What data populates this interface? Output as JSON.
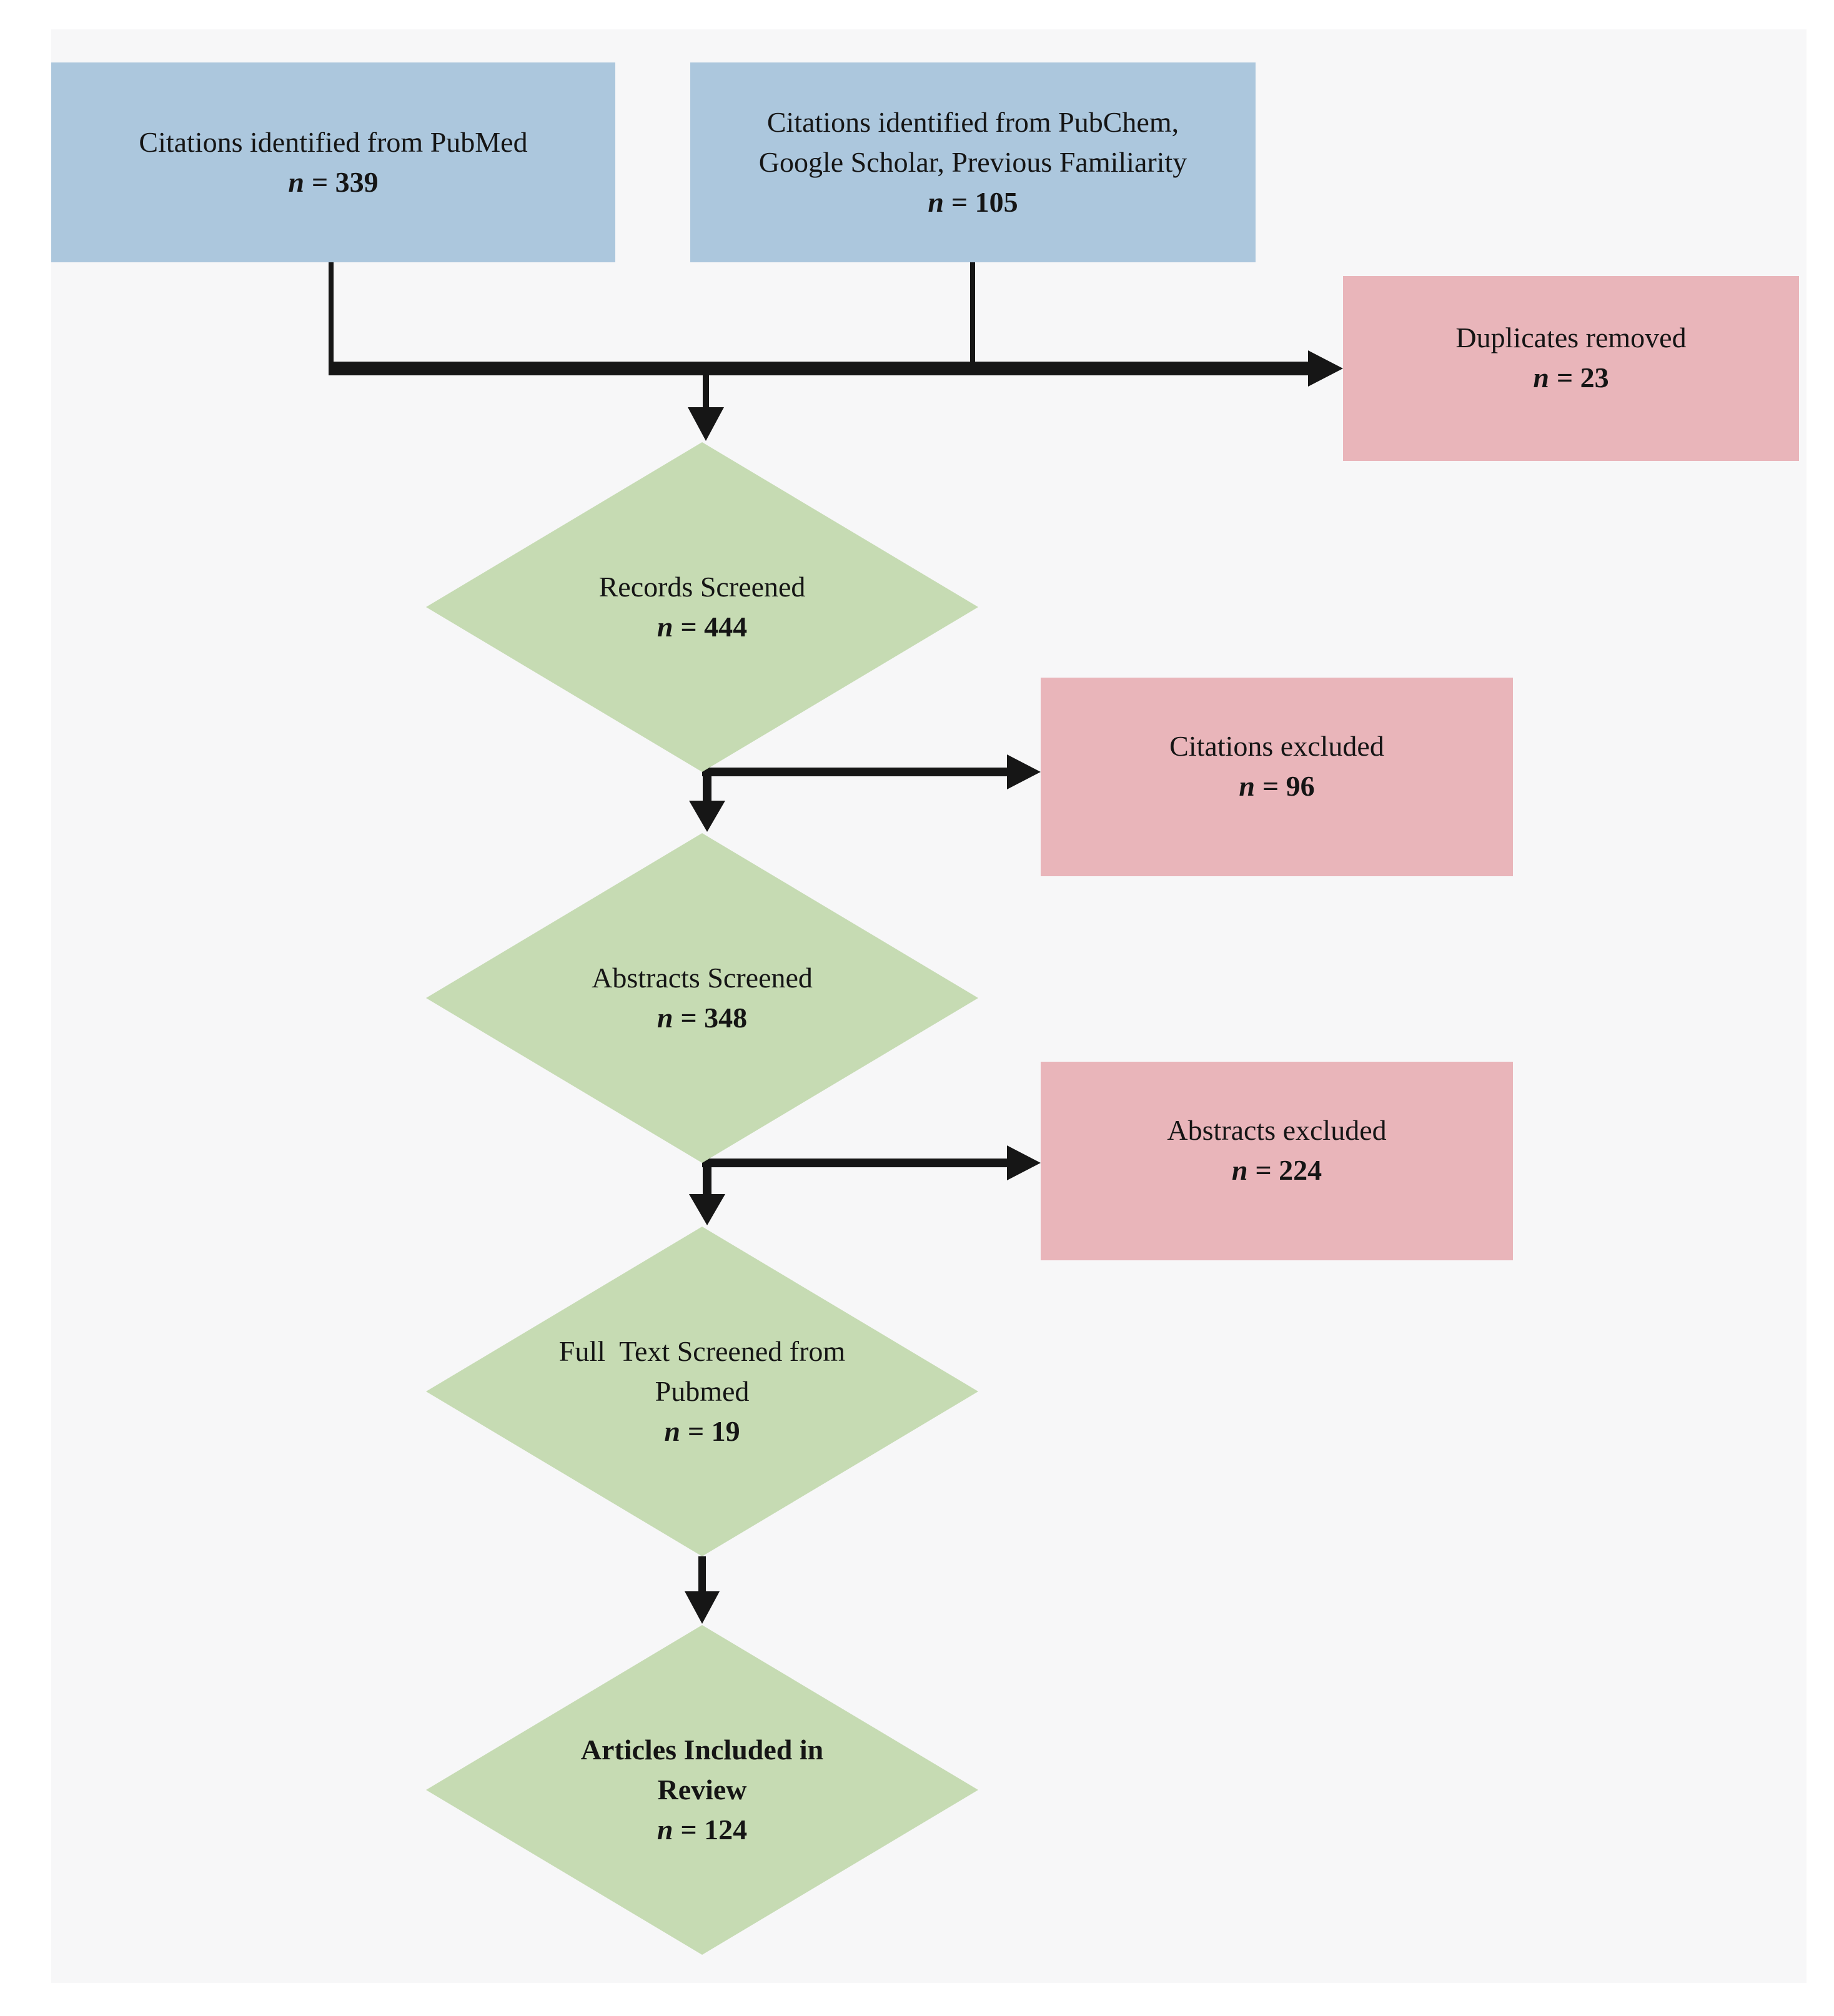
{
  "title": "Citation screening flow diagram",
  "palette": {
    "source_fill": "#acc7dd",
    "process_fill": "#c6dbb3",
    "exclusion_fill": "#e9b5ba",
    "panel_bg": "#f7f7f8",
    "connector": "#161616",
    "text": "#151515"
  },
  "nodes": {
    "source_pubmed": {
      "line1": "Citations identified from PubMed",
      "n": "n",
      "value": "= 339"
    },
    "source_other": {
      "line1": "Citations identified from PubChem,",
      "line2": "Google Scholar, Previous Familiarity",
      "n": "n",
      "value": "= 105"
    },
    "duplicates_removed": {
      "line1": "Duplicates removed",
      "n": "n",
      "value": "= 23"
    },
    "records_screened": {
      "line1": "Records Screened",
      "n": "n",
      "value": "= 444"
    },
    "citations_excluded": {
      "line1": "Citations excluded",
      "n": "n",
      "value": "= 96"
    },
    "abstracts_screened": {
      "line1": "Abstracts Screened",
      "n": "n",
      "value": "= 348"
    },
    "abstracts_excluded": {
      "line1": "Abstracts excluded",
      "n": "n",
      "value": "= 224"
    },
    "fulltext_screened": {
      "line1": "Full  Text Screened from",
      "line2": "Pubmed",
      "n": "n",
      "value": "= 19"
    },
    "articles_included": {
      "line1": "Articles Included in",
      "line2": "Review",
      "n": "n",
      "value": "= 124"
    }
  }
}
